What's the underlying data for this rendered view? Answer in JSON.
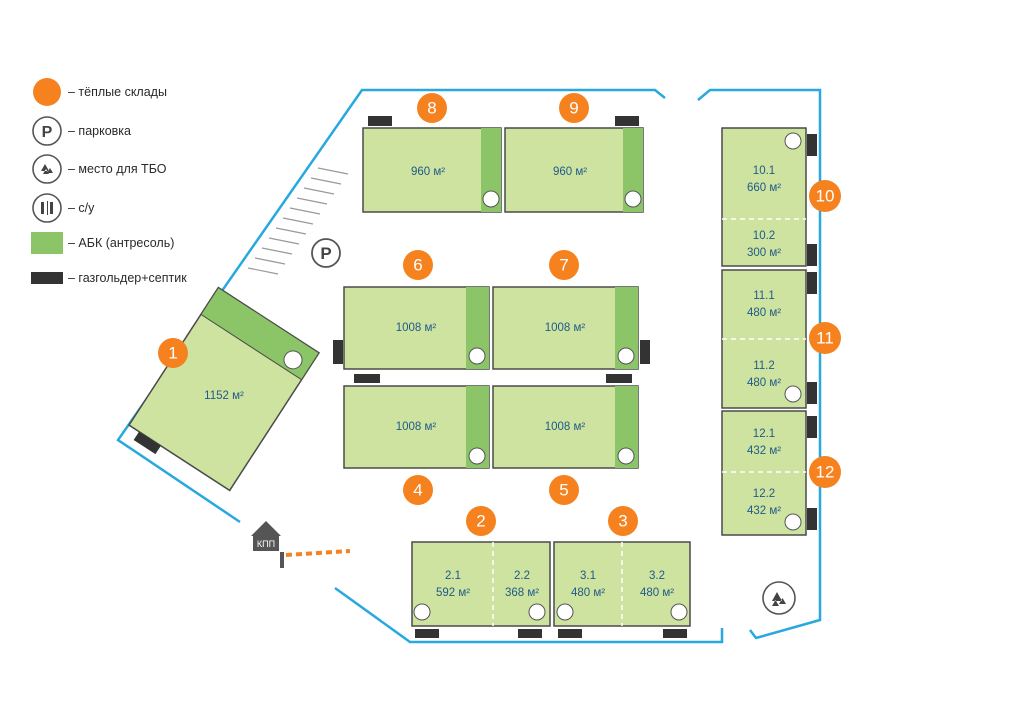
{
  "legend": {
    "warm": "– тёплые склады",
    "parking": "– парковка",
    "tbo": "– место для ТБО",
    "wc": "– с/у",
    "abk": "– АБК (антресоль)",
    "gas": "– газгольдер+септик"
  },
  "parking_symbol": "P",
  "checkpoint": "КПП",
  "buildings": [
    {
      "id": "1",
      "area": "1152 м²"
    },
    {
      "id": "4",
      "area": "1008 м²"
    },
    {
      "id": "5",
      "area": "1008 м²"
    },
    {
      "id": "6",
      "area": "1008 м²"
    },
    {
      "id": "7",
      "area": "1008 м²"
    },
    {
      "id": "8",
      "area": "960 м²"
    },
    {
      "id": "9",
      "area": "960 м²"
    }
  ],
  "units": [
    {
      "num": "10.1",
      "area": "660 м²"
    },
    {
      "num": "10.2",
      "area": "300 м²"
    },
    {
      "num": "11.1",
      "area": "480 м²"
    },
    {
      "num": "11.2",
      "area": "480 м²"
    },
    {
      "num": "12.1",
      "area": "432 м²"
    },
    {
      "num": "12.2",
      "area": "432 м²"
    },
    {
      "num": "2.1",
      "area": "592 м²"
    },
    {
      "num": "2.2",
      "area": "368 м²"
    },
    {
      "num": "3.1",
      "area": "480 м²"
    },
    {
      "num": "3.2",
      "area": "480 м²"
    }
  ],
  "markers": [
    "1",
    "2",
    "3",
    "4",
    "5",
    "6",
    "7",
    "8",
    "9",
    "10",
    "11",
    "12"
  ],
  "colors": {
    "marker": "#f5821f",
    "building": "#cfe3a0",
    "abk": "#8cc468",
    "outline": "#4a4a4a",
    "fence": "#28a8e0",
    "gas": "#333333",
    "label": "#1f5a8a"
  }
}
